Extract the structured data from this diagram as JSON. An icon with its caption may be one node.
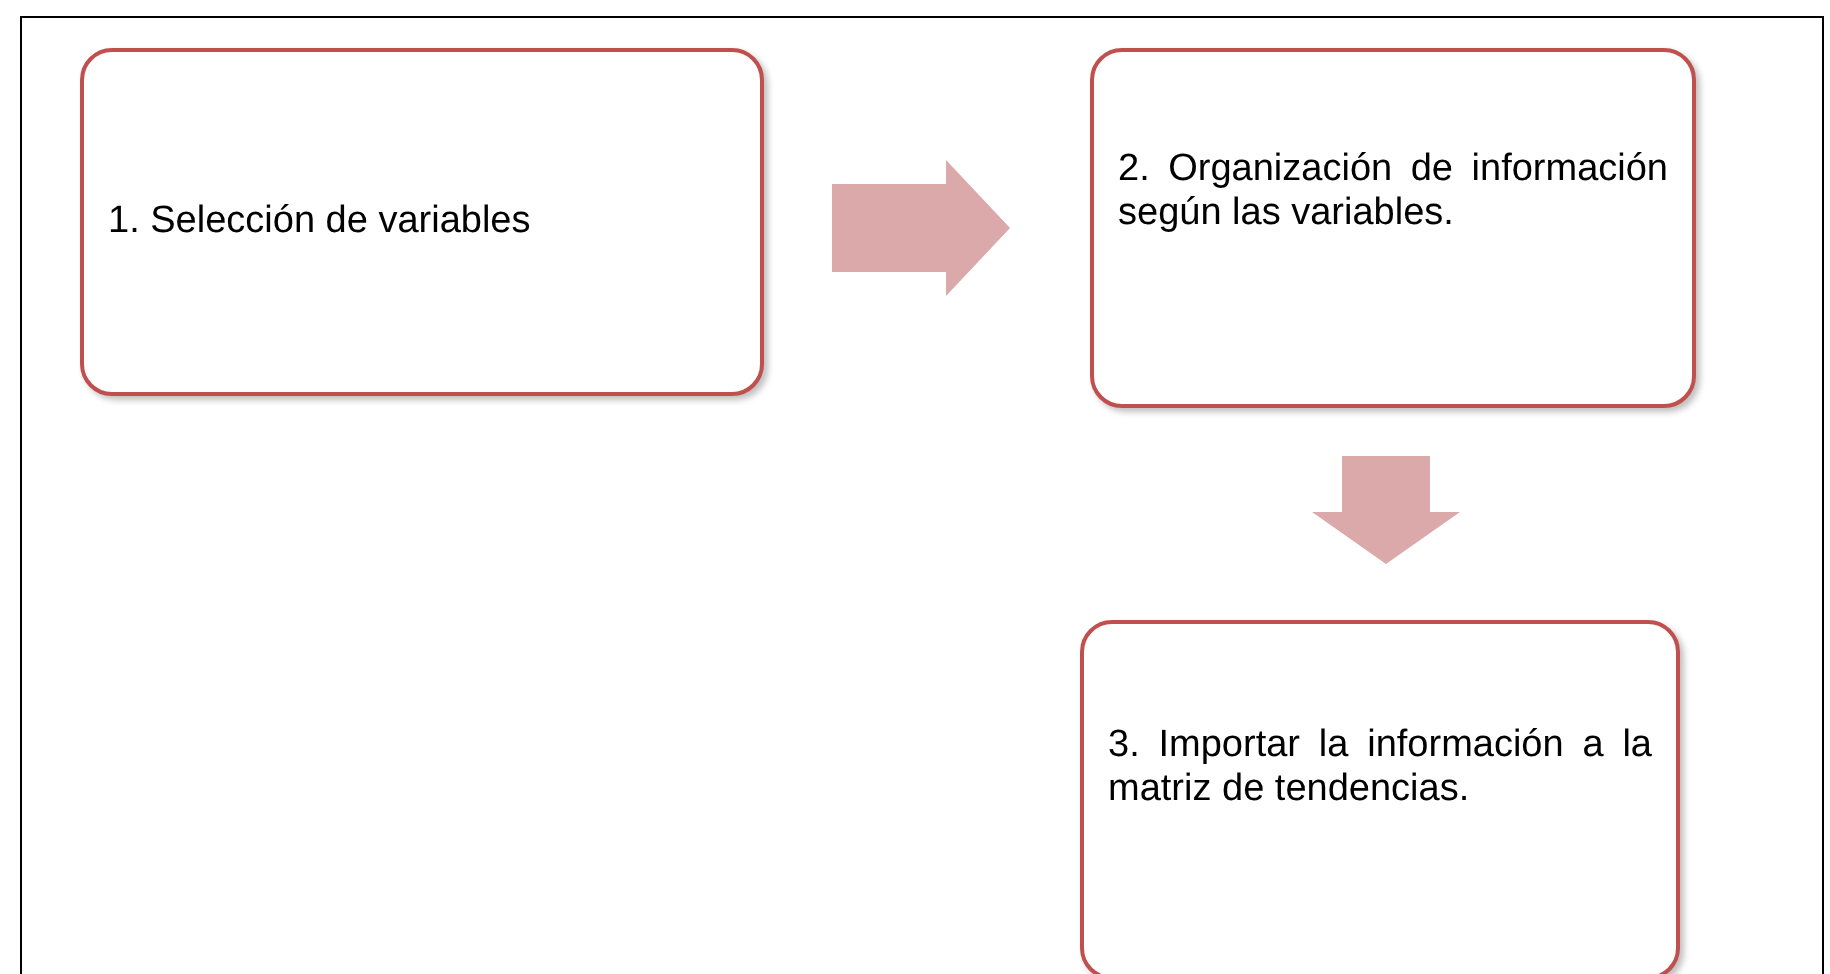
{
  "diagram": {
    "nodes": [
      {
        "text": [
          "1. Selección de variables"
        ]
      },
      {
        "text": [
          "2. Organización de información según las variables."
        ]
      },
      {
        "text": [
          "3. Importar la información a la matriz de tendencias."
        ]
      }
    ],
    "edges": [
      {
        "from": 0,
        "to": 1,
        "arrow": "to"
      },
      {
        "from": 1,
        "to": 2,
        "arrow": "to"
      }
    ]
  }
}
